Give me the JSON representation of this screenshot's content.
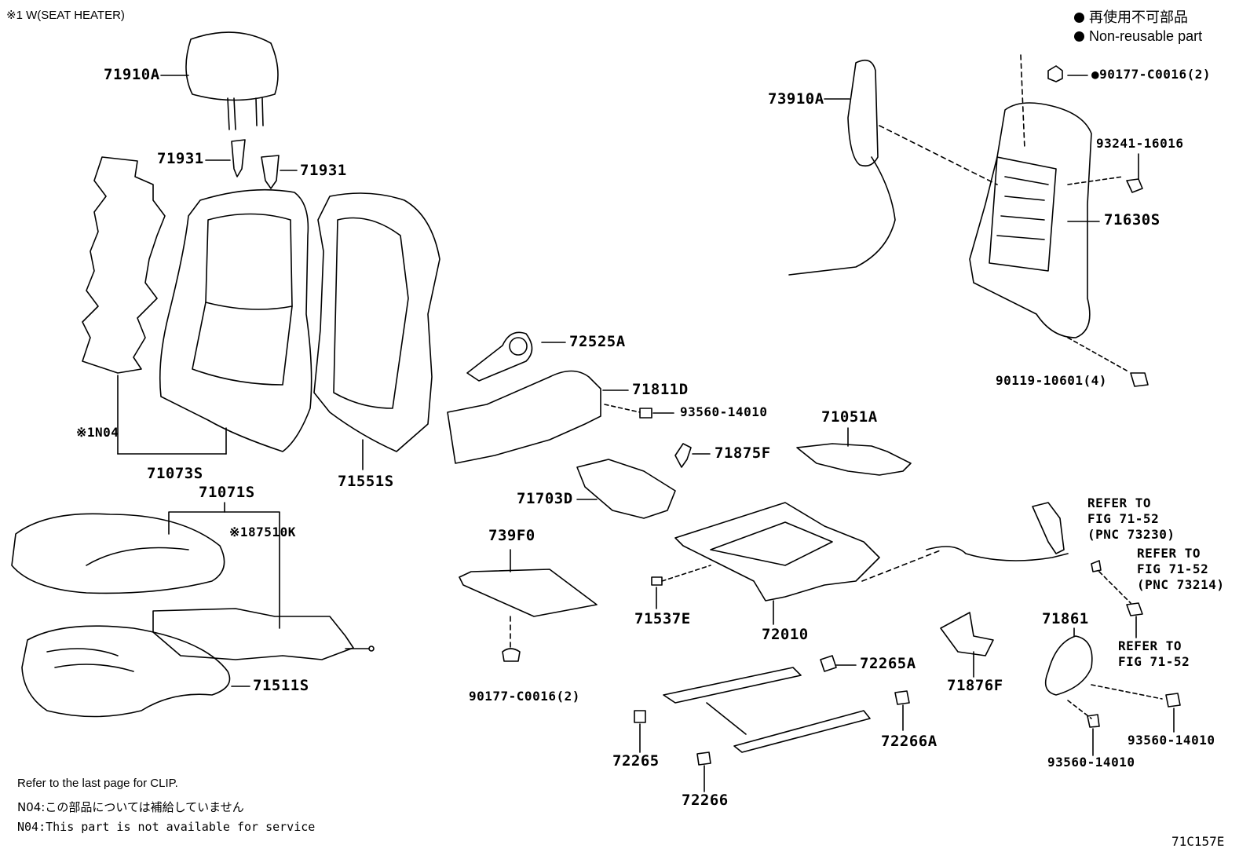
{
  "header_note": "※1 W(SEAT HEATER)",
  "legend": {
    "jp": "再使用不可部品",
    "en": "Non-reusable part"
  },
  "labels": {
    "p71910A": "71910A",
    "p71931a": "71931",
    "p71931b": "71931",
    "p73910A": "73910A",
    "p90177top": "●90177-C0016(2)",
    "p93241": "93241-16016",
    "p71630S": "71630S",
    "p90119": "90119-10601(4)",
    "p72525A": "72525A",
    "p71811D": "71811D",
    "p93560a": "93560-14010",
    "p71051A": "71051A",
    "p71875F": "71875F",
    "pN04": "※1N04",
    "p71073S": "71073S",
    "p71551S": "71551S",
    "p71071S": "71071S",
    "p87510K": "※187510K",
    "p71703D": "71703D",
    "p739F0": "739F0",
    "p90177bot": "90177-C0016(2)",
    "p71537E": "71537E",
    "p72010": "72010",
    "p71511S": "71511S",
    "p72265A": "72265A",
    "p72265": "72265",
    "p72266A": "72266A",
    "p72266": "72266",
    "p71876F": "71876F",
    "p71861": "71861",
    "p93560b": "93560-14010",
    "p93560c": "93560-14010",
    "ref1": [
      "REFER TO",
      "FIG 71-52",
      "(PNC 73230)"
    ],
    "ref2": [
      "REFER TO",
      "FIG 71-52",
      "(PNC 73214)"
    ],
    "ref3": [
      "REFER TO",
      "FIG 71-52"
    ]
  },
  "notes": {
    "clip": "Refer to the last page for CLIP.",
    "n04_jp": "N04:この部品については補給していません",
    "n04_en": "N04:This part is not available for service"
  },
  "figure_code": "71C157E"
}
